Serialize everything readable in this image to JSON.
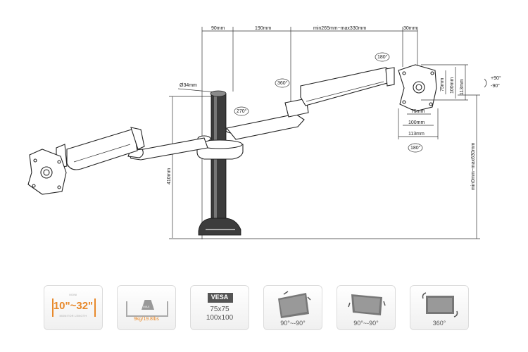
{
  "drawing": {
    "dimensions": {
      "d90": "90mm",
      "d190": "190mm",
      "arm_range": "min265mm~max330mm",
      "d30": "30mm",
      "tube_dia": "Ø34mm",
      "height_410": "410mm",
      "height_range": "min0mm~max630mm",
      "vesa_75v": "75mm",
      "vesa_100v": "100mm",
      "vesa_113v": "113mm",
      "vesa_75h": "75mm",
      "vesa_100h": "100mm",
      "vesa_113h": "113mm"
    },
    "rotations": {
      "r180_top": "180°",
      "r360": "360°",
      "r270": "270°",
      "r180_bottom": "180°",
      "tilt_pos": "+90°",
      "tilt_neg": "-90°"
    }
  },
  "features": [
    {
      "icon": "screen-size-icon",
      "text": "10\"~32\"",
      "small_top": "MONI",
      "small_bottom": "MONITOR LENGTH"
    },
    {
      "icon": "weight-icon",
      "text": "9kg/19.8lbs",
      "small_top": "MAX"
    },
    {
      "icon": "vesa-icon",
      "title": "VESA",
      "line1": "75x75",
      "line2": "100x100"
    },
    {
      "icon": "tilt-icon",
      "text": "90°~-90°"
    },
    {
      "icon": "swivel-icon",
      "text": "90°~-90°"
    },
    {
      "icon": "rotate-icon",
      "text": "360°"
    }
  ],
  "colors": {
    "accent": "#e8892b",
    "line": "#222222",
    "pole": "#3c3c3c"
  }
}
